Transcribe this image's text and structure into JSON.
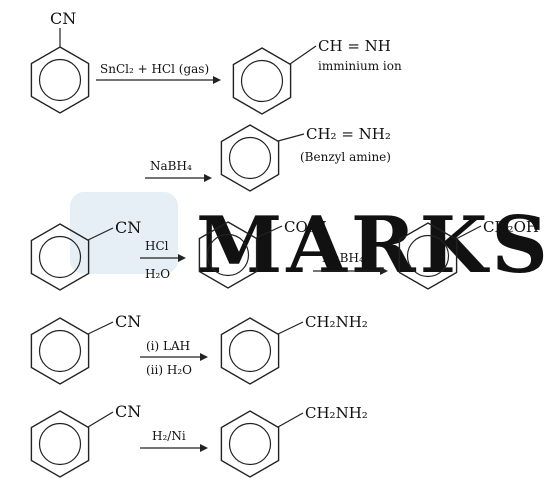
{
  "watermark": {
    "text": "MARKS"
  },
  "labels": {
    "r1_sm": "CN",
    "r1_reagent": "SnCl₂ + HCl (gas)",
    "r1_prod": "CH = NH",
    "r1_prod_name": "imminium ion",
    "r2_reagent": "NaBH₄",
    "r2_prod": "CH₂ = NH₂",
    "r2_prod_name": "(Benzyl amine)",
    "r3_sm": "CN",
    "r3_reagent_top": "HCl",
    "r3_reagent_bot": "H₂O",
    "r3_prod": "CO₂H",
    "r3b_reagent": "NaBH₄",
    "r3b_prod": "CH₂OH",
    "r4_sm": "CN",
    "r4_reagent_top": "(i) LAH",
    "r4_reagent_bot": "(ii) H₂O",
    "r4_prod": "CH₂NH₂",
    "r5_sm": "CN",
    "r5_reagent": "H₂/Ni",
    "r5_prod": "CH₂NH₂"
  },
  "colors": {
    "ink": "#111111",
    "watermark": "#e3ecf5"
  }
}
